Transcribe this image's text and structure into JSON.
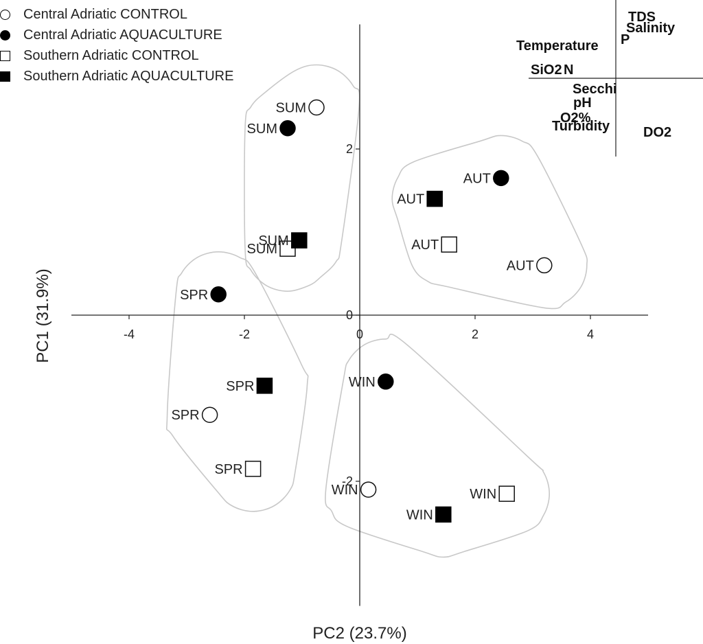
{
  "chart_data": {
    "type": "scatter",
    "xlabel": "PC2 (23.7%)",
    "ylabel": "PC1 (31.9%)",
    "xlim": [
      -5,
      5
    ],
    "ylim": [
      -3.5,
      3.5
    ],
    "x_ticks": [
      -4,
      -2,
      0,
      2,
      4
    ],
    "y_ticks": [
      -2,
      0,
      2
    ],
    "grid": false,
    "legend_position": "top-left",
    "series": [
      {
        "name": "Central Adriatic CONTROL",
        "marker": "circle-open",
        "points": [
          {
            "label": "SUM",
            "x": -0.75,
            "y": 2.5
          },
          {
            "label": "AUT",
            "x": 3.2,
            "y": 0.6
          },
          {
            "label": "SPR",
            "x": -2.6,
            "y": -1.2
          },
          {
            "label": "WIN",
            "x": 0.15,
            "y": -2.1
          }
        ]
      },
      {
        "name": "Central Adriatic AQUACULTURE",
        "marker": "circle-filled",
        "points": [
          {
            "label": "SUM",
            "x": -1.25,
            "y": 2.25
          },
          {
            "label": "AUT",
            "x": 2.45,
            "y": 1.65
          },
          {
            "label": "SPR",
            "x": -2.45,
            "y": 0.25
          },
          {
            "label": "WIN",
            "x": 0.45,
            "y": -0.8
          }
        ]
      },
      {
        "name": "Southern Adriatic CONTROL",
        "marker": "square-open",
        "points": [
          {
            "label": "SUM",
            "x": -1.25,
            "y": 0.8
          },
          {
            "label": "AUT",
            "x": 1.55,
            "y": 0.85
          },
          {
            "label": "SPR",
            "x": -1.85,
            "y": -1.85
          },
          {
            "label": "WIN",
            "x": 2.55,
            "y": -2.15
          }
        ]
      },
      {
        "name": "Southern Adriatic AQUACULTURE",
        "marker": "square-filled",
        "points": [
          {
            "label": "SUM",
            "x": -1.05,
            "y": 0.9
          },
          {
            "label": "AUT",
            "x": 1.3,
            "y": 1.4
          },
          {
            "label": "SPR",
            "x": -1.65,
            "y": -0.85
          },
          {
            "label": "WIN",
            "x": 1.45,
            "y": -2.4
          }
        ]
      }
    ],
    "groups": [
      {
        "name": "SUM",
        "points": [
          [
            -0.75,
            2.5
          ],
          [
            -1.25,
            2.25
          ],
          [
            -1.25,
            0.8
          ],
          [
            -1.05,
            0.9
          ]
        ]
      },
      {
        "name": "AUT",
        "points": [
          [
            2.45,
            1.65
          ],
          [
            1.3,
            1.4
          ],
          [
            1.55,
            0.85
          ],
          [
            3.2,
            0.6
          ]
        ]
      },
      {
        "name": "SPR",
        "points": [
          [
            -2.45,
            0.25
          ],
          [
            -1.65,
            -0.85
          ],
          [
            -2.6,
            -1.2
          ],
          [
            -1.85,
            -1.85
          ]
        ]
      },
      {
        "name": "WIN",
        "points": [
          [
            0.45,
            -0.8
          ],
          [
            0.15,
            -2.1
          ],
          [
            1.45,
            -2.4
          ],
          [
            2.55,
            -2.15
          ]
        ]
      }
    ],
    "loadings": {
      "variables": [
        "TDS",
        "Salinity",
        "P",
        "Temperature",
        "SiO2",
        "N",
        "Secchi",
        "pH",
        "O2%",
        "Turbidity",
        "DO2"
      ]
    }
  }
}
